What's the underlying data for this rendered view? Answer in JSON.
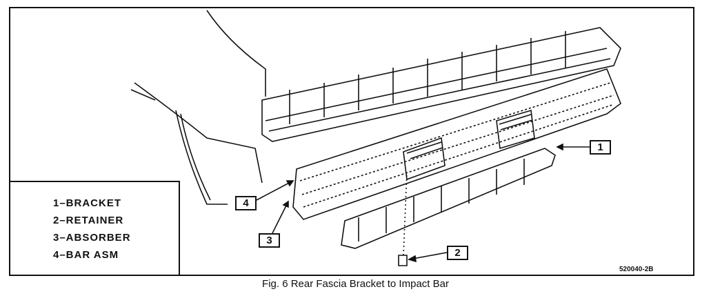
{
  "legend": {
    "items": [
      "1–BRACKET",
      "2–RETAINER",
      "3–ABSORBER",
      "4–BAR ASM"
    ]
  },
  "callouts": [
    "1",
    "2",
    "3",
    "4"
  ],
  "drawing_code": "520040-2B",
  "caption": "Fig. 6 Rear Fascia Bracket to Impact Bar"
}
